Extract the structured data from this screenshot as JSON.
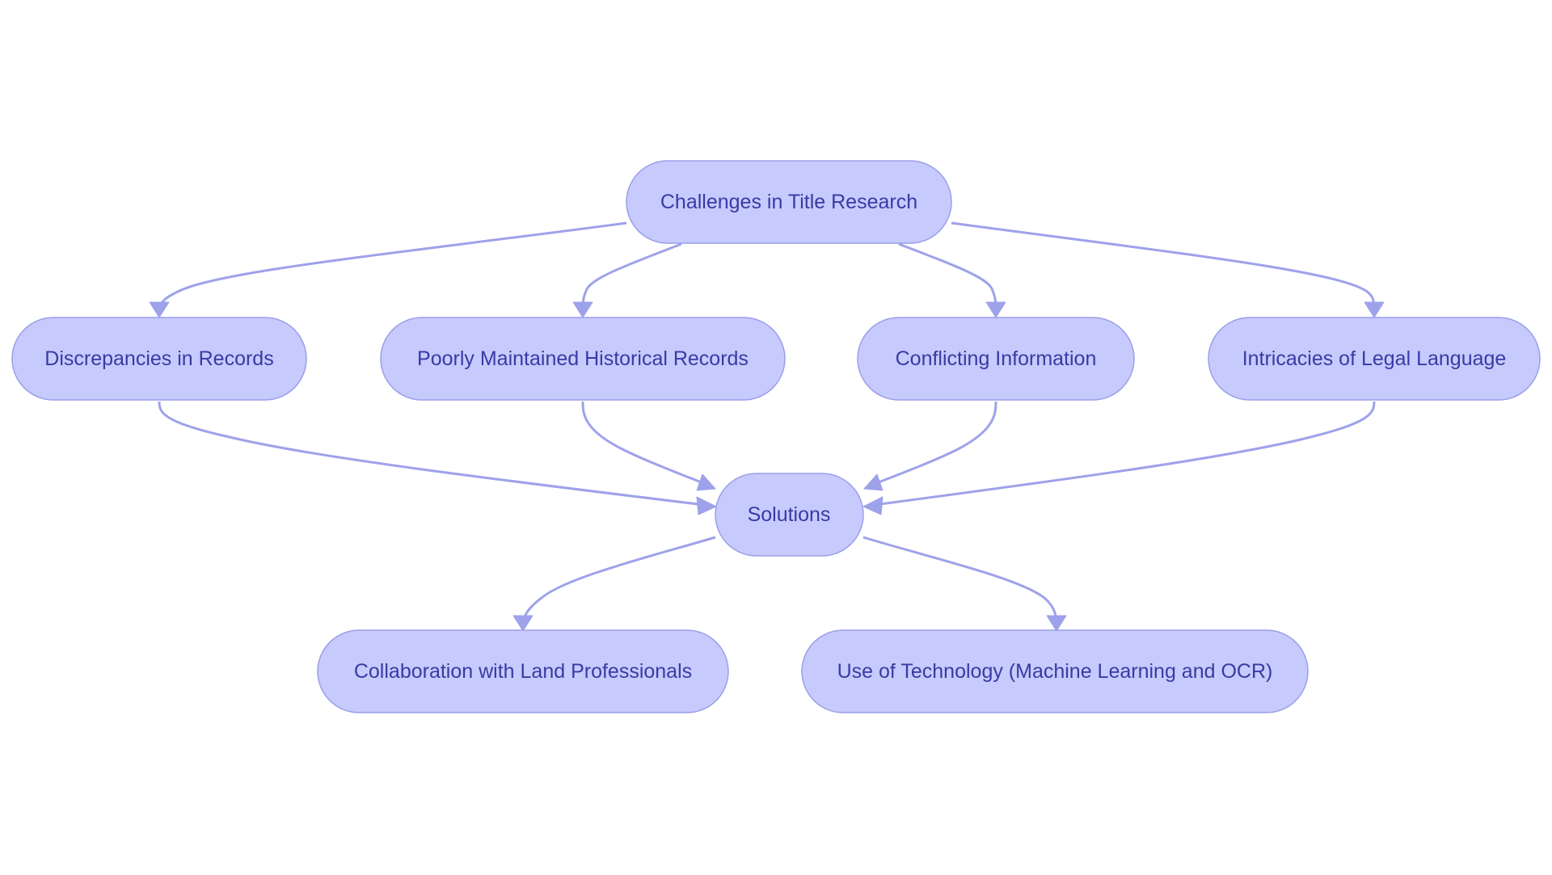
{
  "colors": {
    "node_fill": "#c7cafd",
    "node_stroke": "#9b9fe8",
    "edge": "#9ea2ea",
    "text": "#3a3aa4",
    "background": "#ffffff"
  },
  "nodes": {
    "challenges": "Challenges in Title Research",
    "discrepancies": "Discrepancies in Records",
    "poorly_maintained": "Poorly Maintained Historical Records",
    "conflicting": "Conflicting Information",
    "intricacies": "Intricacies of Legal Language",
    "solutions": "Solutions",
    "collaboration": "Collaboration with Land Professionals",
    "technology": "Use of Technology (Machine Learning and OCR)"
  },
  "edges": [
    {
      "from": "challenges",
      "to": "discrepancies"
    },
    {
      "from": "challenges",
      "to": "poorly_maintained"
    },
    {
      "from": "challenges",
      "to": "conflicting"
    },
    {
      "from": "challenges",
      "to": "intricacies"
    },
    {
      "from": "discrepancies",
      "to": "solutions"
    },
    {
      "from": "poorly_maintained",
      "to": "solutions"
    },
    {
      "from": "conflicting",
      "to": "solutions"
    },
    {
      "from": "intricacies",
      "to": "solutions"
    },
    {
      "from": "solutions",
      "to": "collaboration"
    },
    {
      "from": "solutions",
      "to": "technology"
    }
  ]
}
